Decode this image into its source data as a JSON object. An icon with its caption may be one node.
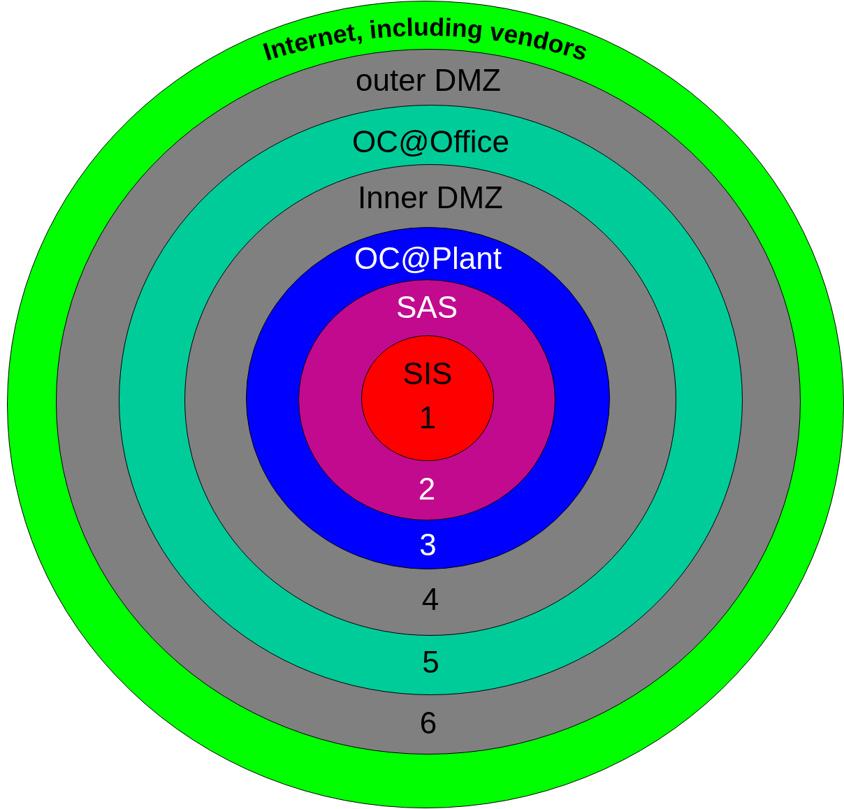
{
  "diagram": {
    "nodes": [
      {
        "text": [
          "Internet, including vendors"
        ]
      },
      {
        "text": [
          "outer DMZ",
          "6"
        ],
        "in": 0
      },
      {
        "text": [
          "OC@Office",
          "5"
        ],
        "in": 1
      },
      {
        "text": [
          "Inner DMZ",
          "4"
        ],
        "in": 2
      },
      {
        "text": [
          "OC@Plant",
          "3"
        ],
        "in": 3
      },
      {
        "text": [
          "SAS",
          "2"
        ],
        "in": 4
      },
      {
        "text": [
          "SIS",
          "1"
        ],
        "in": 5
      }
    ]
  }
}
